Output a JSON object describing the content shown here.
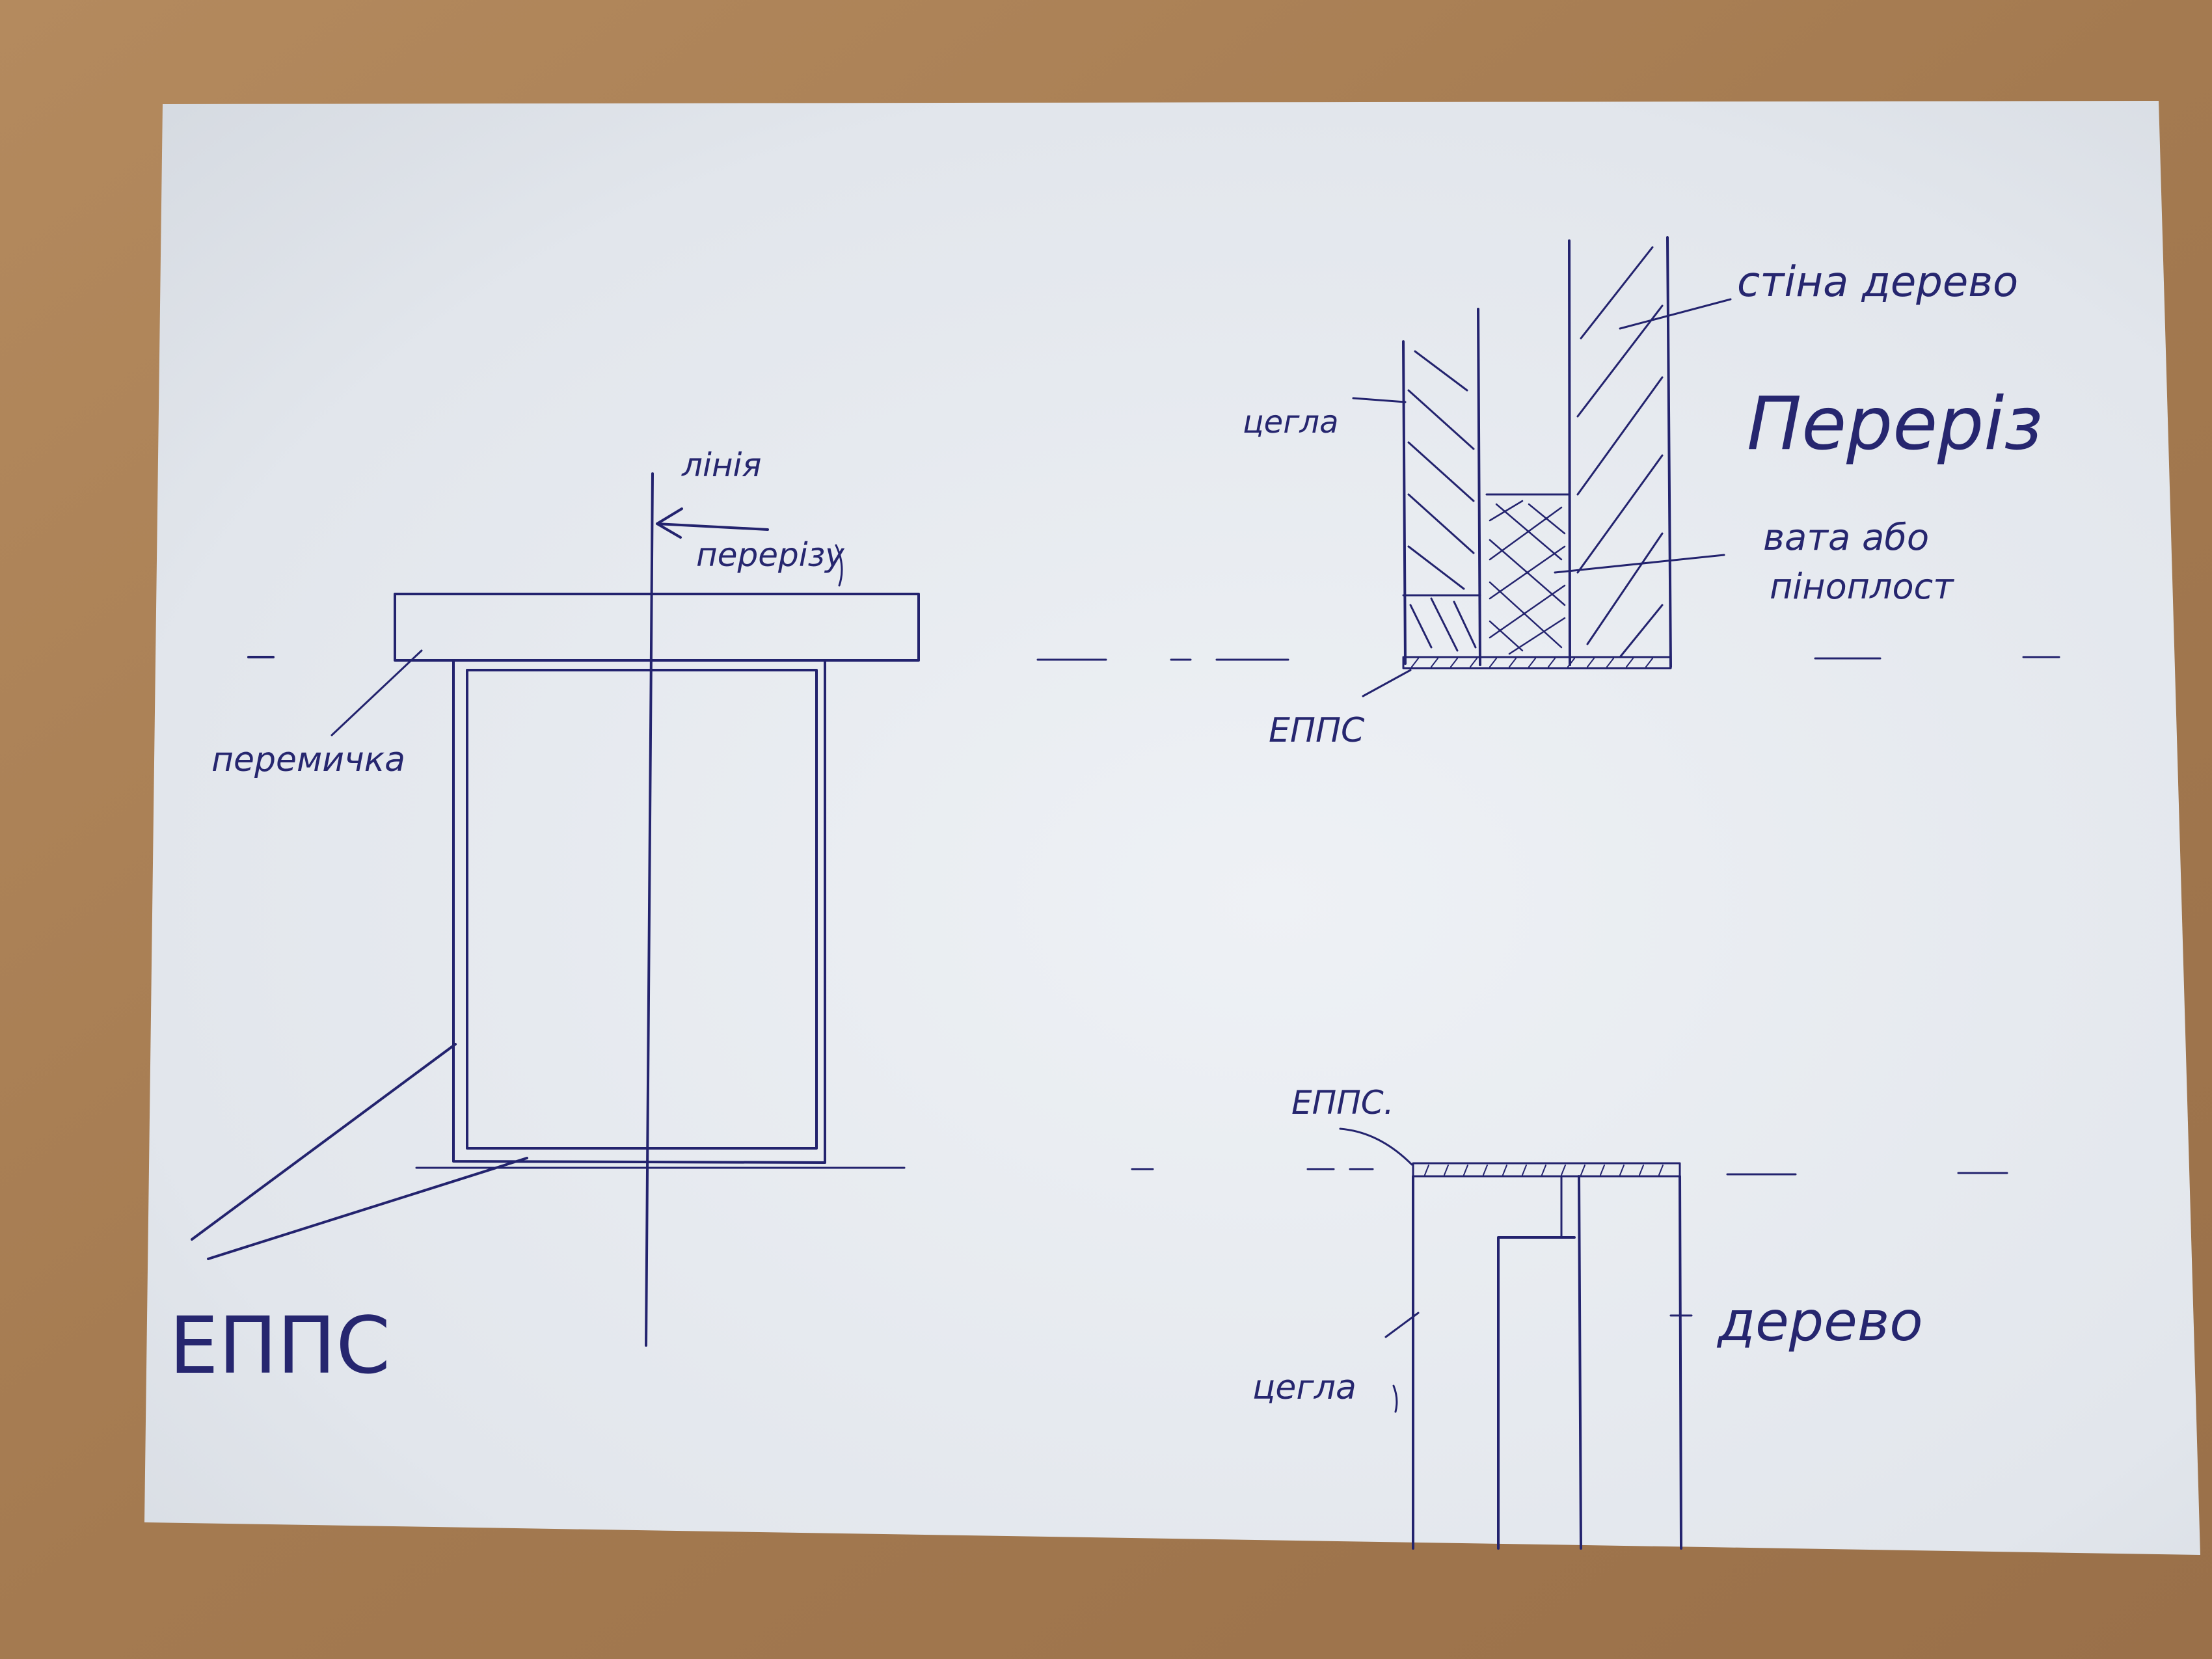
{
  "labels": {
    "section_line": "лінія",
    "section_line_2": "перерізу",
    "lintel": "перемичка",
    "epps_big": "ЕППС",
    "brick_top": "цегла",
    "epps_top": "ЕППС",
    "wood_wall": "стіна дерево",
    "section_title": "Переріз",
    "insulation_1": "вата або",
    "insulation_2": "піноплост",
    "epps_bottom": "ЕППС.",
    "wood": "дерево",
    "brick_bottom": "цегла"
  },
  "colors": {
    "ink": "#23236e",
    "paper": "#e4e8ee",
    "desk": "#a87f55"
  }
}
